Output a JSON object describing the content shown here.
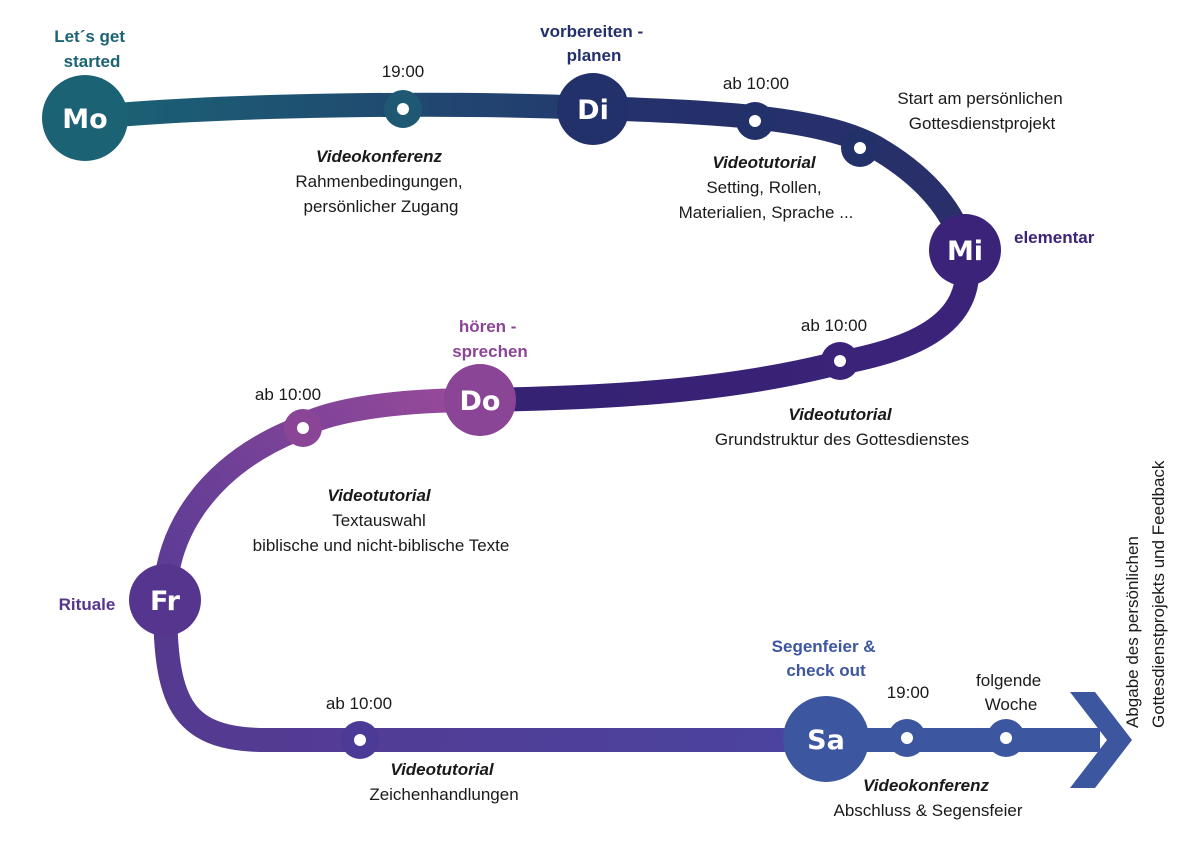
{
  "colors": {
    "teal": "#1b6374",
    "navy": "#23316b",
    "indigo": "#34246f",
    "purple": "#6c3590",
    "magenta": "#8b4596",
    "violet": "#56358f",
    "blue": "#3d56a0"
  },
  "days": {
    "mo": {
      "label": "Mo",
      "topic": [
        "Let´s get",
        "started"
      ]
    },
    "di": {
      "label": "Di",
      "topic": [
        "vorbereiten -",
        "planen"
      ]
    },
    "mi": {
      "label": "Mi",
      "topic": [
        "elementar"
      ]
    },
    "do": {
      "label": "Do",
      "topic": [
        "hören -",
        "sprechen"
      ]
    },
    "fr": {
      "label": "Fr",
      "topic": [
        "Rituale"
      ]
    },
    "sa": {
      "label": "Sa",
      "topic": [
        "Segenfeier &",
        "check out"
      ]
    }
  },
  "events": {
    "mo_di": {
      "time": "19:00",
      "kind": "Videokonferenz",
      "lines": [
        "Rahmenbedingungen,",
        "persönlicher Zugang"
      ]
    },
    "di_mi_1": {
      "time": "ab 10:00",
      "kind": "Videotutorial",
      "lines": [
        "Setting, Rollen,",
        "Materialien, Sprache ..."
      ]
    },
    "di_mi_2": {
      "lines": [
        "Start am persönlichen",
        "Gottesdienstprojekt"
      ]
    },
    "mi_do": {
      "time": "ab 10:00",
      "kind": "Videotutorial",
      "lines": [
        "Grundstruktur des Gottesdienstes"
      ]
    },
    "do_fr": {
      "time": "ab 10:00",
      "kind": "Videotutorial",
      "lines": [
        "Textauswahl",
        "biblische und nicht-biblische Texte"
      ]
    },
    "fr_sa": {
      "time": "ab 10:00",
      "kind": "Videotutorial",
      "lines": [
        "Zeichenhandlungen"
      ]
    },
    "sa_1": {
      "time": "19:00",
      "kind": "Videokonferenz",
      "lines": [
        "Abschluss & Segensfeier"
      ]
    },
    "sa_2": {
      "time": [
        "folgende",
        "Woche"
      ]
    }
  },
  "final_note": [
    "Abgabe des persönlichen",
    "Gottesdienstprojekts und Feedback"
  ]
}
